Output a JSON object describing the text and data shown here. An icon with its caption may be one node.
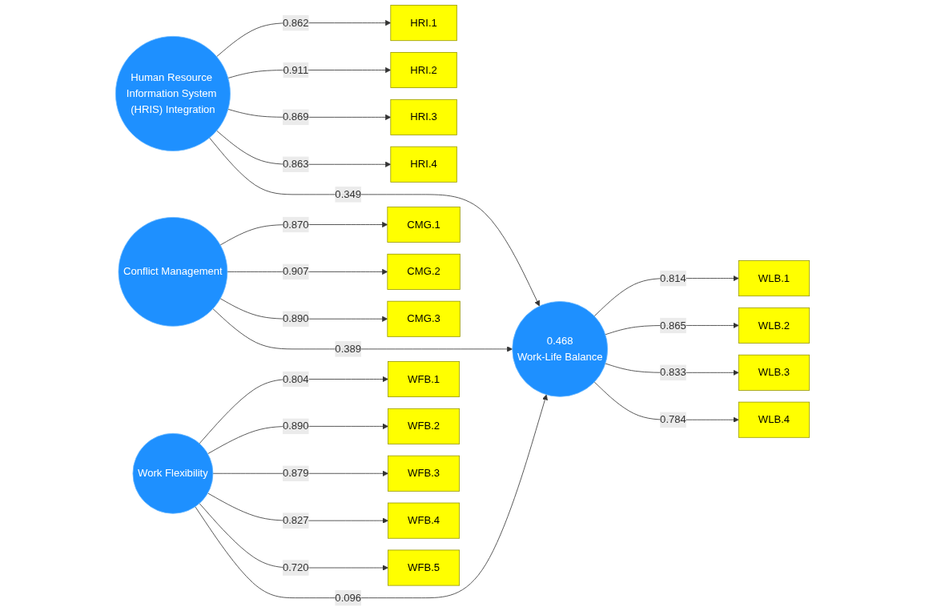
{
  "diagram": {
    "nodes": [
      {
        "text": [
          "HRI.1"
        ]
      },
      {
        "text": [
          "HRI.2"
        ]
      },
      {
        "text": [
          "HRI.3"
        ]
      },
      {
        "text": [
          "HRI.4"
        ]
      },
      {
        "text": [
          "Human Resource Information System (HRIS) Integration"
        ]
      },
      {
        "text": [
          "CMG.1"
        ]
      },
      {
        "text": [
          "CMG.2"
        ]
      },
      {
        "text": [
          "CMG.3"
        ]
      },
      {
        "text": [
          "Conflict Management"
        ]
      },
      {
        "text": [
          "WFB.1"
        ]
      },
      {
        "text": [
          "WFB.2"
        ]
      },
      {
        "text": [
          "WFB.3"
        ]
      },
      {
        "text": [
          "WFB.4"
        ]
      },
      {
        "text": [
          "WFB.5"
        ]
      },
      {
        "text": [
          "Work Flexibility"
        ]
      },
      {
        "text": [
          "0.468",
          "Work-Life Balance"
        ]
      },
      {
        "text": [
          "WLB.1"
        ]
      },
      {
        "text": [
          "WLB.2"
        ]
      },
      {
        "text": [
          "WLB.3"
        ]
      },
      {
        "text": [
          "WLB.4"
        ]
      }
    ],
    "edges": [
      {
        "from": 4,
        "to": 0,
        "arrow": "to",
        "label": "0.862"
      },
      {
        "from": 4,
        "to": 1,
        "arrow": "to",
        "label": "0.911"
      },
      {
        "from": 4,
        "to": 2,
        "arrow": "to",
        "label": "0.869"
      },
      {
        "from": 4,
        "to": 3,
        "arrow": "to",
        "label": "0.863"
      },
      {
        "from": 8,
        "to": 5,
        "arrow": "to",
        "label": "0.870"
      },
      {
        "from": 8,
        "to": 6,
        "arrow": "to",
        "label": "0.907"
      },
      {
        "from": 8,
        "to": 7,
        "arrow": "to",
        "label": "0.890"
      },
      {
        "from": 14,
        "to": 9,
        "arrow": "to",
        "label": "0.804"
      },
      {
        "from": 14,
        "to": 10,
        "arrow": "to",
        "label": "0.890"
      },
      {
        "from": 14,
        "to": 11,
        "arrow": "to",
        "label": "0.879"
      },
      {
        "from": 14,
        "to": 12,
        "arrow": "to",
        "label": "0.827"
      },
      {
        "from": 14,
        "to": 13,
        "arrow": "to",
        "label": "0.720"
      },
      {
        "from": 4,
        "to": 15,
        "arrow": "to",
        "label": "0.349"
      },
      {
        "from": 8,
        "to": 15,
        "arrow": "to",
        "label": "0.389"
      },
      {
        "from": 14,
        "to": 15,
        "arrow": "to",
        "label": "0.096"
      },
      {
        "from": 15,
        "to": 16,
        "arrow": "to",
        "label": "0.814"
      },
      {
        "from": 15,
        "to": 17,
        "arrow": "to",
        "label": "0.865"
      },
      {
        "from": 15,
        "to": 18,
        "arrow": "to",
        "label": "0.833"
      },
      {
        "from": 15,
        "to": 19,
        "arrow": "to",
        "label": "0.784"
      }
    ]
  }
}
